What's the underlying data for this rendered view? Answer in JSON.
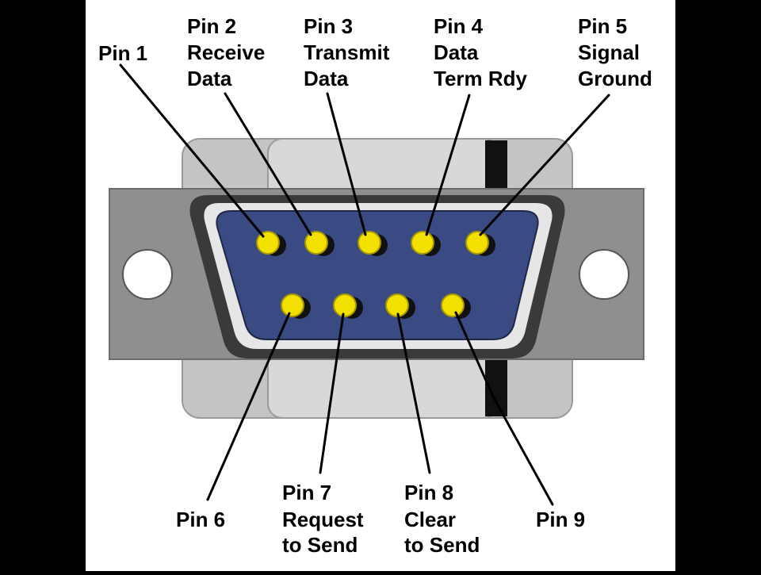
{
  "labels": {
    "pin1": [
      "Pin 1"
    ],
    "pin2": [
      "Pin 2",
      "Receive",
      "Data"
    ],
    "pin3": [
      "Pin 3",
      "Transmit",
      "Data"
    ],
    "pin4": [
      "Pin 4",
      "Data",
      "Term Rdy"
    ],
    "pin5": [
      "Pin 5",
      "Signal",
      "Ground"
    ],
    "pin6": [
      "Pin 6"
    ],
    "pin7": [
      "Pin 7",
      "Request",
      "to Send"
    ],
    "pin8": [
      "Pin 8",
      "Clear",
      "to Send"
    ],
    "pin9": [
      "Pin 9"
    ]
  },
  "colors": {
    "outer_background": "#000000",
    "panel": "#ffffff",
    "flange": "#8f8f8f",
    "back_shell": "#c4c4c4",
    "front_shell": "#d6d6d6",
    "shell_rim": "#e8e8e8",
    "dark_rim": "#2b2b2b",
    "connector_face": "#3a4a82",
    "pin": "#f2e000",
    "pin_shadow": "#111111",
    "leader_line": "#000000"
  }
}
